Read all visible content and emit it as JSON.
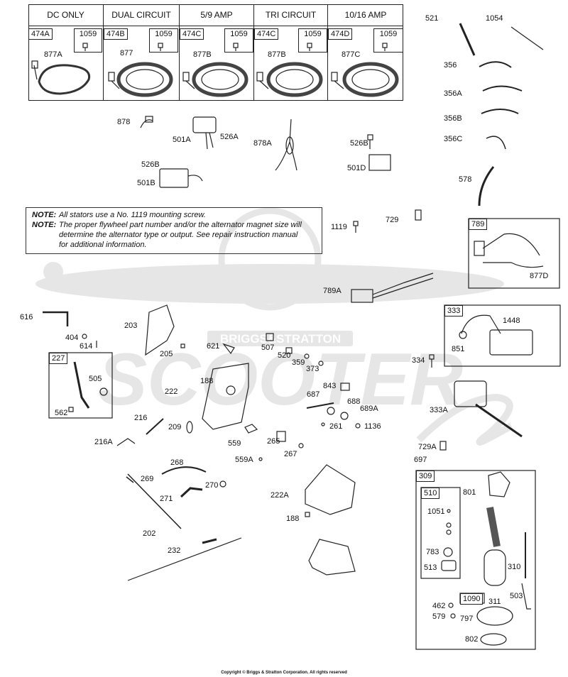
{
  "stator_table": {
    "headers": [
      "DC ONLY",
      "DUAL CIRCUIT",
      "5/9 AMP",
      "TRI CIRCUIT",
      "10/16 AMP"
    ],
    "cells": [
      {
        "stator": "474A",
        "screw": "1059",
        "part": "877A"
      },
      {
        "stator": "474B",
        "screw": "1059",
        "part": "877"
      },
      {
        "stator": "474C",
        "screw": "1059",
        "part": "877B"
      },
      {
        "stator": "474C",
        "screw": "1059",
        "part": "877B"
      },
      {
        "stator": "474D",
        "screw": "1059",
        "part": "877C"
      }
    ]
  },
  "note": {
    "head": "NOTE:",
    "line1": "All stators use a No. 1119 mounting screw.",
    "line2a": "The proper flywheel part number and/or the alternator magnet size will",
    "line2b": "determine the alternator type or output. See repair instruction manual",
    "line2c": "for additional information."
  },
  "watermark": {
    "line1": "BRIGGS&STRATTON",
    "line2": "SCOOTER"
  },
  "callouts": {
    "p878": "878",
    "p501A": "501A",
    "p526A": "526A",
    "p526B_l": "526B",
    "p501B": "501B",
    "p878A": "878A",
    "p526B_r": "526B",
    "p501D": "501D",
    "p521": "521",
    "p1054": "1054",
    "p356": "356",
    "p356A": "356A",
    "p356B": "356B",
    "p356C": "356C",
    "p578": "578",
    "p729": "729",
    "p1119": "1119",
    "p789": "789",
    "p877D": "877D",
    "p789A": "789A",
    "p333": "333",
    "p1448": "1448",
    "p851": "851",
    "p334": "334",
    "p333A": "333A",
    "p729A": "729A",
    "p697": "697",
    "p616": "616",
    "p404": "404",
    "p614": "614",
    "p203": "203",
    "p205": "205",
    "p227": "227",
    "p505": "505",
    "p562": "562",
    "p621": "621",
    "p507": "507",
    "p520": "520",
    "p359": "359",
    "p373": "373",
    "p188a": "188",
    "p222": "222",
    "p843": "843",
    "p687": "687",
    "p688": "688",
    "p689A": "689A",
    "p261": "261",
    "p1136": "1136",
    "p216": "216",
    "p209": "209",
    "p216A": "216A",
    "p559": "559",
    "p265": "265",
    "p267": "267",
    "p559A": "559A",
    "p268": "268",
    "p269": "269",
    "p270": "270",
    "p271": "271",
    "p222A": "222A",
    "p188b": "188",
    "p202": "202",
    "p232": "232",
    "p309": "309",
    "p510": "510",
    "p801": "801",
    "p1051": "1051",
    "p783": "783",
    "p513": "513",
    "p310": "310",
    "p503": "503",
    "p1090": "1090",
    "p311": "311",
    "p462": "462",
    "p579": "579",
    "p797": "797",
    "p802": "802"
  },
  "copyright": "Copyright © Briggs & Stratton Corporation. All rights reserved"
}
